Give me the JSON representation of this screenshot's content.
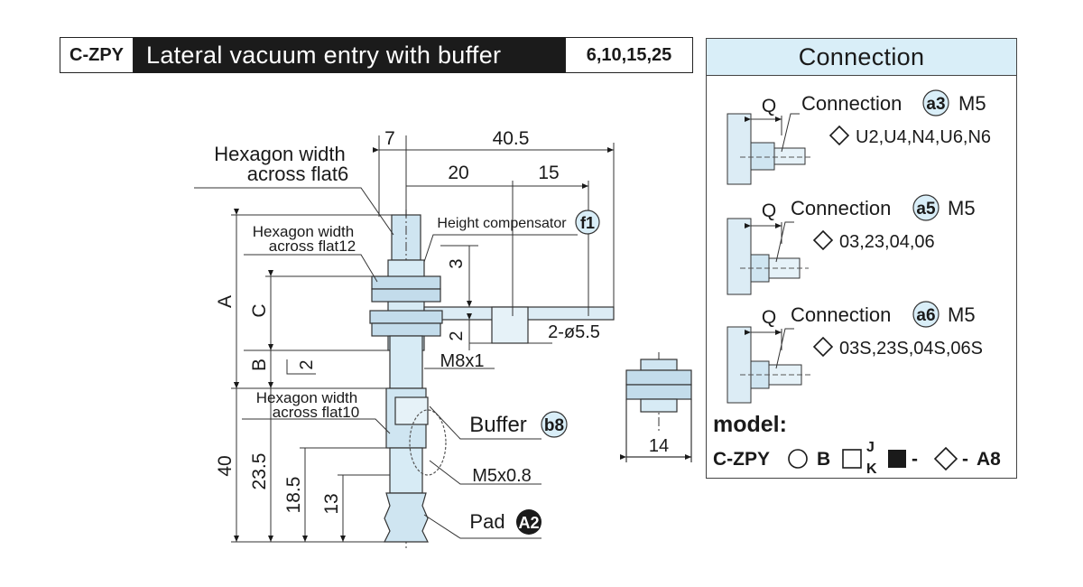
{
  "header": {
    "code": "C-ZPY",
    "title": "Lateral vacuum entry with buffer",
    "sizes": "6,10,15,25"
  },
  "connection_panel": {
    "title": "Connection",
    "items": [
      {
        "q_label": "Q",
        "label": "Connection",
        "badge": "a3",
        "thread": "M5",
        "options": "U2,U4,N4,U6,N6"
      },
      {
        "q_label": "Q",
        "label": "Connection",
        "badge": "a5",
        "thread": "M5",
        "options": "03,23,04,06"
      },
      {
        "q_label": "Q",
        "label": "Connection",
        "badge": "a6",
        "thread": "M5",
        "options": "03S,23S,04S,06S"
      }
    ],
    "model_label": "model:",
    "model_code": {
      "prefix": "C-ZPY",
      "b": "B",
      "j": "J",
      "k": "K",
      "dash": "-",
      "suffix": "A8"
    }
  },
  "drawing": {
    "labels": {
      "hex6_line1": "Hexagon width",
      "hex6_line2": "across flat6",
      "hex12_line1": "Hexagon width",
      "hex12_line2": "across flat12",
      "hex10_line1": "Hexagon width",
      "hex10_line2": "across flat10",
      "height_comp": "Height compensator",
      "height_comp_badge": "f1",
      "buffer": "Buffer",
      "buffer_badge": "b8",
      "pad": "Pad",
      "pad_badge": "A2",
      "m8": "M8x1",
      "m5": "M5x0.8",
      "holes": "2-ø5.5"
    },
    "dims": {
      "d7": "7",
      "d40_5": "40.5",
      "d20": "20",
      "d15": "15",
      "d3": "3",
      "d2_right": "2",
      "d2_left": "2",
      "A": "A",
      "C": "C",
      "B": "B",
      "d40": "40",
      "d23_5": "23.5",
      "d18_5": "18.5",
      "d13": "13",
      "d14": "14"
    }
  }
}
